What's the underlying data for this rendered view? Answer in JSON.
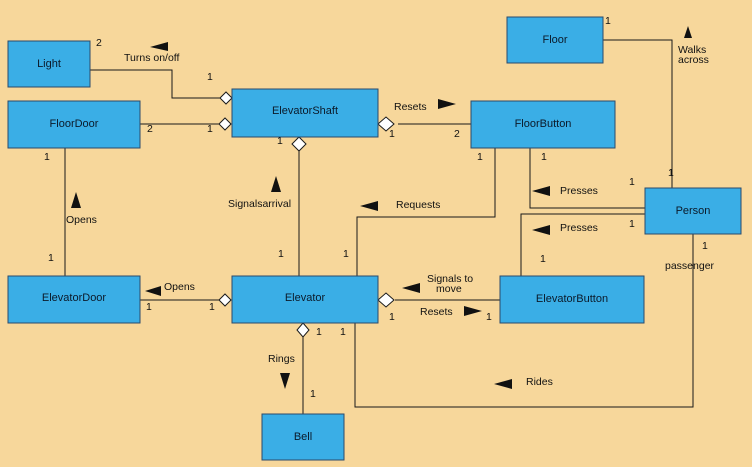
{
  "classes": {
    "light": "Light",
    "floordoor": "FloorDoor",
    "elevatorshaft": "ElevatorShaft",
    "floorbutton": "FloorButton",
    "floor": "Floor",
    "person": "Person",
    "elevatordoor": "ElevatorDoor",
    "elevator": "Elevator",
    "elevatorbutton": "ElevatorButton",
    "bell": "Bell"
  },
  "labels": {
    "turns_onoff": "Turns on/off",
    "resets_top": "Resets",
    "walks": "Walks",
    "across": "across",
    "signalsarrival": "Signalsarrival",
    "requests": "Requests",
    "presses1": "Presses",
    "presses2": "Presses",
    "opens_vert": "Opens",
    "opens_horiz": "Opens",
    "signals_to": "Signals to",
    "move": "move",
    "resets_bottom": "Resets",
    "passenger": "passenger",
    "rings": "Rings",
    "rides": "Rides"
  },
  "multiplicities": {
    "light_2": "2",
    "shaft_light_1": "1",
    "floordoor_2": "2",
    "shaft_floordoor_1": "1",
    "shaft_fb_1": "1",
    "fb_shaft_2": "2",
    "floor_1": "1",
    "person_floor_1": "1",
    "floordoor_down_1": "1",
    "shaft_down_1": "1",
    "fb_down1": "1",
    "fb_down2": "1",
    "person_fb_1": "1",
    "person_eb_1": "1",
    "person_pass_1": "1",
    "elevatordoor_up_1": "1",
    "elevator_up1": "1",
    "elevator_up2": "1",
    "eb_up_1": "1",
    "edoor_right_1": "1",
    "elev_left_1": "1",
    "elev_right_1": "1",
    "eb_left_1": "1",
    "elev_bell_1": "1",
    "elev_rides_1": "1",
    "bell_1": "1"
  }
}
